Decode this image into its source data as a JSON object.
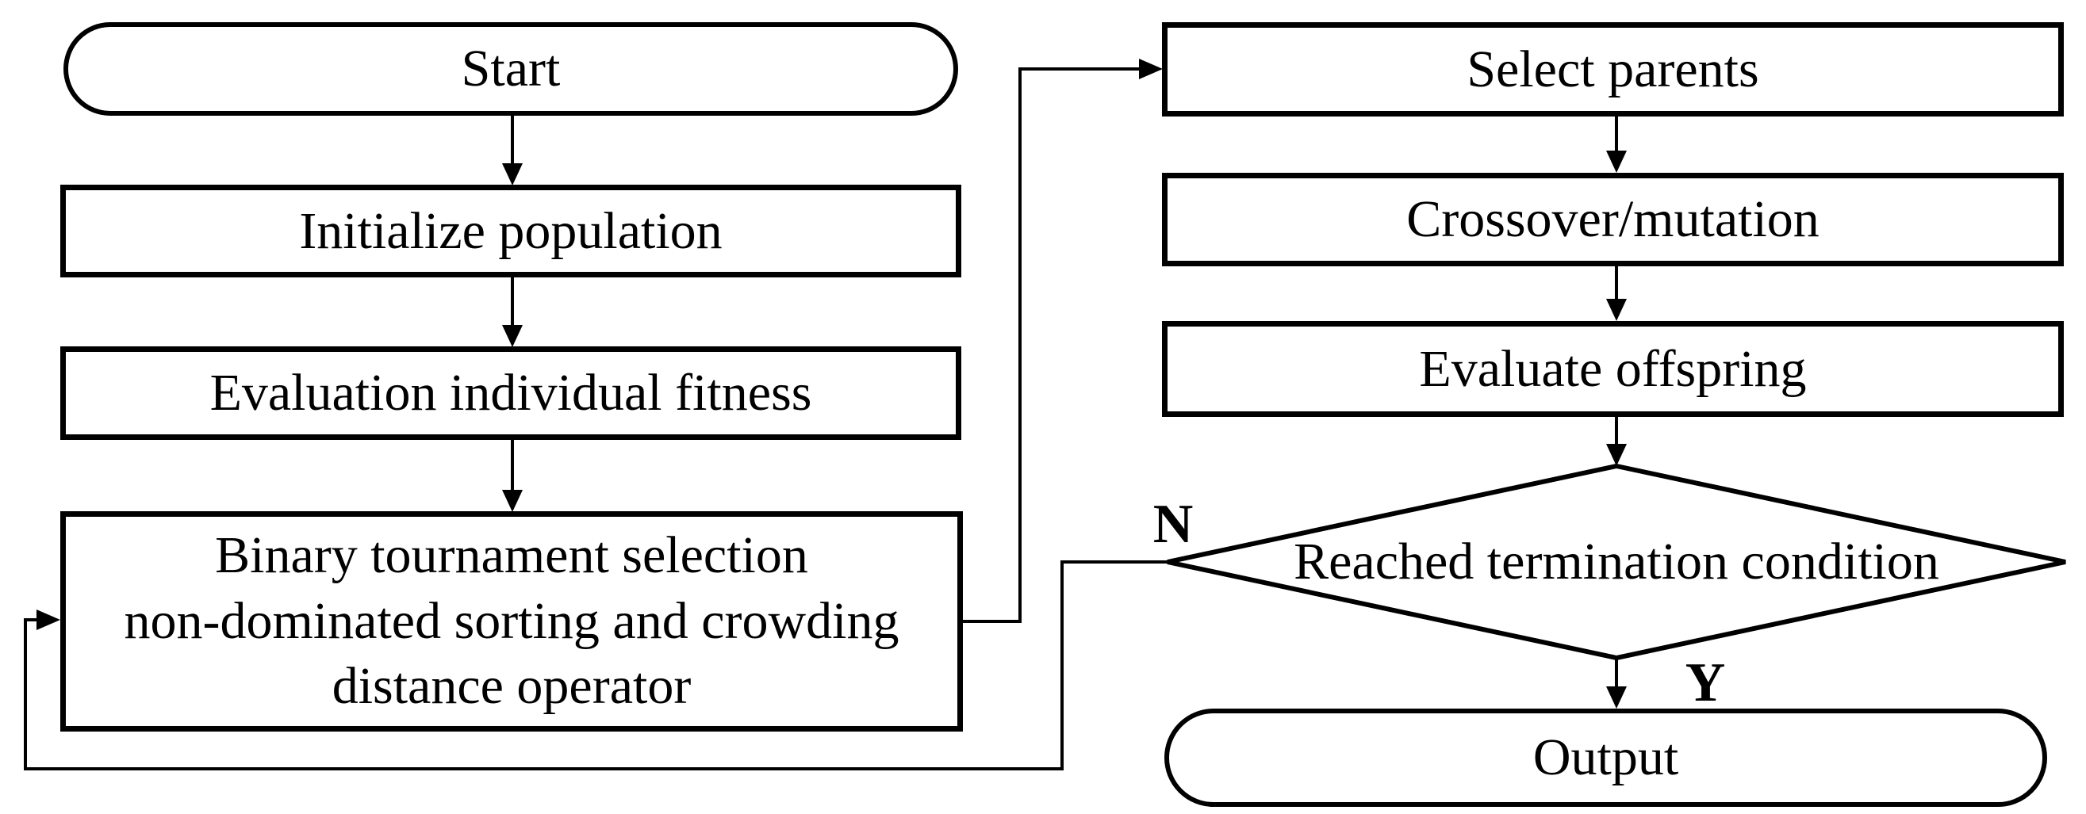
{
  "diagram": {
    "type": "flowchart",
    "colors": {
      "background": "#ffffff",
      "stroke": "#000000",
      "text": "#000000"
    },
    "nodes": {
      "start": {
        "shape": "stadium",
        "label": "Start"
      },
      "initialize_population": {
        "shape": "rect",
        "label": "Initialize population"
      },
      "evaluate_fitness": {
        "shape": "rect",
        "label": "Evaluation individual fitness"
      },
      "tournament_selection": {
        "shape": "rect",
        "lines": [
          "Binary tournament selection",
          "non-dominated sorting and crowding",
          "distance operator"
        ]
      },
      "select_parents": {
        "shape": "rect",
        "label": "Select parents"
      },
      "crossover_mutation": {
        "shape": "rect",
        "label": "Crossover/mutation"
      },
      "evaluate_offspring": {
        "shape": "rect",
        "label": "Evaluate offspring"
      },
      "termination_check": {
        "shape": "diamond",
        "label": "Reached termination condition"
      },
      "output": {
        "shape": "stadium",
        "label": "Output"
      }
    },
    "edge_labels": {
      "no": "N",
      "yes": "Y"
    }
  }
}
